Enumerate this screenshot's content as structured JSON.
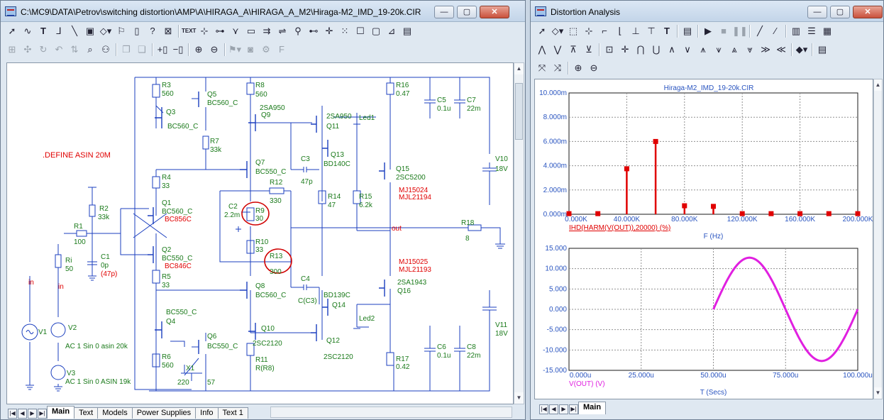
{
  "left_window": {
    "title": "C:\\MC9\\DATA\\Petrov\\switching distortion\\AMP\\A\\HIRAGA_A\\HIRAGA_A_M2\\Hiraga-M2_IMD_19-20k.CIR",
    "caption_buttons": [
      "—",
      "▢",
      "✕"
    ],
    "tabs": [
      "Main",
      "Text",
      "Models",
      "Power Supplies",
      "Info",
      "Text 1"
    ],
    "active_tab": "Main"
  },
  "schematic": {
    "define_text": ".DEFINE ASIN 20M",
    "components": {
      "R3": {
        "name": "R3",
        "value": "560"
      },
      "R4": {
        "name": "R4",
        "value": "33"
      },
      "R5": {
        "name": "R5",
        "value": "33"
      },
      "R6": {
        "name": "R6",
        "value": "560"
      },
      "R7": {
        "name": "R7",
        "value": "33k"
      },
      "R8": {
        "name": "R8",
        "value": "560"
      },
      "R9": {
        "name": "R9",
        "value": "30"
      },
      "R10": {
        "name": "R10",
        "value": "33"
      },
      "R11": {
        "name": "R11",
        "value": "R(R8)"
      },
      "R12": {
        "name": "R12",
        "value": "330"
      },
      "R13": {
        "name": "R13",
        "value": "300"
      },
      "R14": {
        "name": "R14",
        "value": "47"
      },
      "R15": {
        "name": "R15",
        "value": "6.2k"
      },
      "R16": {
        "name": "R16",
        "value": "0.47"
      },
      "R17": {
        "name": "R17",
        "value": "0.42"
      },
      "R18": {
        "name": "R18",
        "value": "8"
      },
      "R1": {
        "name": "R1",
        "value": "100"
      },
      "R2": {
        "name": "R2",
        "value": "33k"
      },
      "Ri": {
        "name": "Ri",
        "value": "50"
      },
      "X1": {
        "name": "X1",
        "value": "220",
        "extra": "57"
      },
      "C1": {
        "name": "C1",
        "value": "0p",
        "note": "(47p)"
      },
      "C2": {
        "name": "C2",
        "value": "2.2m"
      },
      "C3": {
        "name": "C3",
        "value": "47p"
      },
      "C4": {
        "name": "C4",
        "value": "C(C3)"
      },
      "C5": {
        "name": "C5",
        "value": "0.1u"
      },
      "C6": {
        "name": "C6",
        "value": "0.1u"
      },
      "C7": {
        "name": "C7",
        "value": "22m"
      },
      "C8": {
        "name": "C8",
        "value": "22m"
      },
      "Q1": {
        "name": "Q1",
        "value": "BC560_C",
        "note": "BC856C"
      },
      "Q2": {
        "name": "Q2",
        "value": "BC550_C",
        "note": "BC846C"
      },
      "Q3": {
        "name": "Q3",
        "value": "BC560_C"
      },
      "Q4": {
        "name": "Q4",
        "value": "BC550_C"
      },
      "Q5": {
        "name": "Q5",
        "value": "BC560_C"
      },
      "Q6": {
        "name": "Q6",
        "value": "BC550_C"
      },
      "Q7": {
        "name": "Q7",
        "value": "BC550_C"
      },
      "Q8": {
        "name": "Q8",
        "value": "BC560_C"
      },
      "Q9": {
        "name": "Q9",
        "value": "2SA950"
      },
      "Q10": {
        "name": "Q10",
        "value": "2SC2120"
      },
      "Q11": {
        "name": "Q11",
        "value": "2SA950"
      },
      "Q12": {
        "name": "Q12",
        "value": "2SC2120"
      },
      "Q13": {
        "name": "Q13",
        "value": "BD140C"
      },
      "Q14": {
        "name": "Q14",
        "value": "BD139C"
      },
      "Q15": {
        "name": "Q15",
        "value": "2SC5200",
        "note1": "MJ15024",
        "note2": "MJL21194"
      },
      "Q16": {
        "name": "Q16",
        "value": "2SA1943",
        "note1": "MJ15025",
        "note2": "MJL21193"
      },
      "V1": {
        "name": "V1"
      },
      "V2": {
        "name": "V2",
        "value": "AC 1 Sin 0 asin 20k"
      },
      "V3": {
        "name": "V3",
        "value": "AC 1 Sin 0 ASIN 19k"
      },
      "V10": {
        "name": "V10",
        "value": "18V"
      },
      "V11": {
        "name": "V11",
        "value": "18V"
      },
      "Led1": {
        "name": "Led1"
      },
      "Led2": {
        "name": "Led2"
      }
    },
    "nodes": {
      "in1": "in",
      "in2": "in",
      "out": "out"
    }
  },
  "right_window": {
    "title": "Distortion Analysis",
    "caption_buttons": [
      "—",
      "▢",
      "✕"
    ],
    "tabs": [
      "Main"
    ],
    "active_tab": "Main"
  },
  "chart_data": [
    {
      "type": "bar",
      "title": "Hiraga-M2_IMD_19-20k.CIR",
      "xlabel": "F (Hz)",
      "ylabel": "IHD(HARM(V(OUT)),20000) (%)",
      "xlim": [
        0,
        200000
      ],
      "ylim": [
        0,
        10
      ],
      "x_tick_labels": [
        "0.000K",
        "40.000K",
        "80.000K",
        "120.000K",
        "160.000K",
        "200.000K"
      ],
      "y_tick_labels": [
        "0.000m",
        "2.000m",
        "4.000m",
        "6.000m",
        "8.000m",
        "10.000m"
      ],
      "series": [
        {
          "name": "IHD(HARM(V(OUT)),20000) (%)",
          "color": "#e00000",
          "x": [
            0,
            20000,
            40000,
            60000,
            80000,
            100000,
            120000,
            140000,
            160000,
            180000,
            200000
          ],
          "values": [
            0.05,
            0.05,
            3.75,
            6.0,
            0.7,
            0.65,
            0.05,
            0.05,
            0.05,
            0.05,
            0.05
          ]
        }
      ],
      "grid": true
    },
    {
      "type": "line",
      "xlabel": "T (Secs)",
      "ylabel": "V(OUT) (V)",
      "xlim": [
        0,
        100
      ],
      "ylim": [
        -15,
        15
      ],
      "x_tick_labels": [
        "0.000u",
        "25.000u",
        "50.000u",
        "75.000u",
        "100.000u"
      ],
      "y_tick_labels": [
        "-15.000",
        "-10.000",
        "-5.000",
        "0.000",
        "5.000",
        "10.000",
        "15.000"
      ],
      "series": [
        {
          "name": "V(OUT) (V)",
          "color": "#e020e0",
          "x_start": 50,
          "x_end": 100,
          "amplitude": 12.7,
          "period": 50
        }
      ],
      "grid": true
    }
  ]
}
